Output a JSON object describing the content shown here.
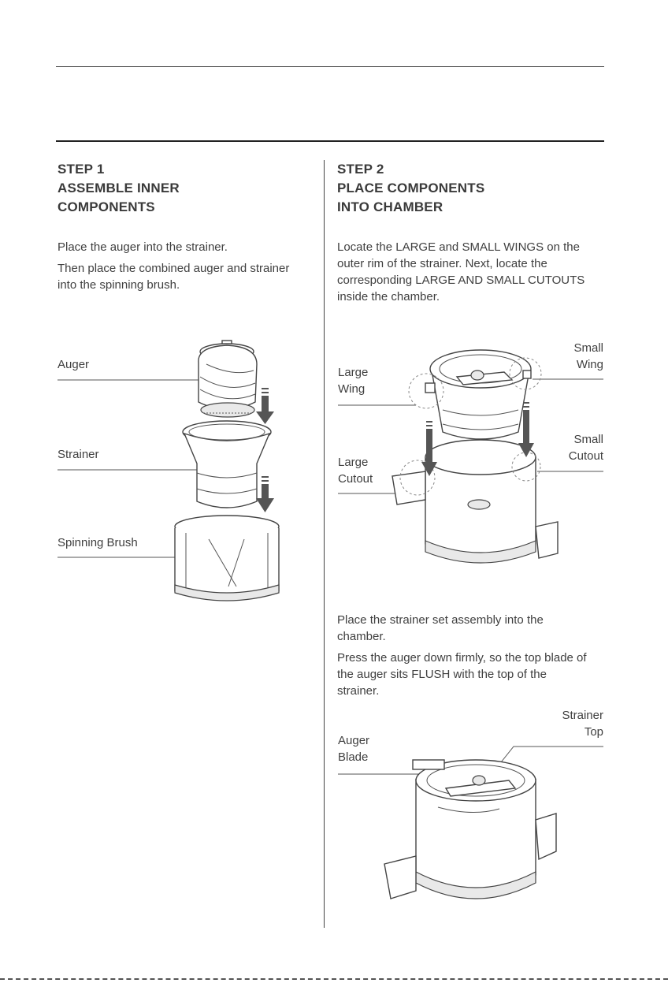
{
  "step1": {
    "title_lines": [
      "STEP 1",
      "ASSEMBLE INNER",
      "COMPONENTS"
    ],
    "paragraphs": [
      "Place the auger into the strainer.",
      "Then place the combined auger and strainer into the spinning brush."
    ],
    "labels": {
      "auger": "Auger",
      "strainer": "Strainer",
      "brush": "Spinning Brush"
    }
  },
  "step2": {
    "title_lines": [
      "STEP 2",
      "PLACE COMPONENTS",
      "INTO CHAMBER"
    ],
    "paragraph1": "Locate the LARGE and SMALL WINGS on the outer rim of the strainer. Next, locate the corresponding LARGE AND SMALL CUTOUTS inside the chamber.",
    "labels": {
      "small_wing": [
        "Small",
        "Wing"
      ],
      "large_wing": [
        "Large",
        "Wing"
      ],
      "small_cutout": [
        "Small",
        "Cutout"
      ],
      "large_cutout": [
        "Large",
        "Cutout"
      ]
    },
    "paragraph2": "Place the strainer set assembly into the chamber.",
    "paragraph3": "Press the auger down firmly, so the top blade of the auger sits FLUSH with the top of the strainer.",
    "labels2": {
      "strainer_top": [
        "Strainer",
        "Top"
      ],
      "auger_blade": [
        "Auger",
        "Blade"
      ]
    }
  }
}
